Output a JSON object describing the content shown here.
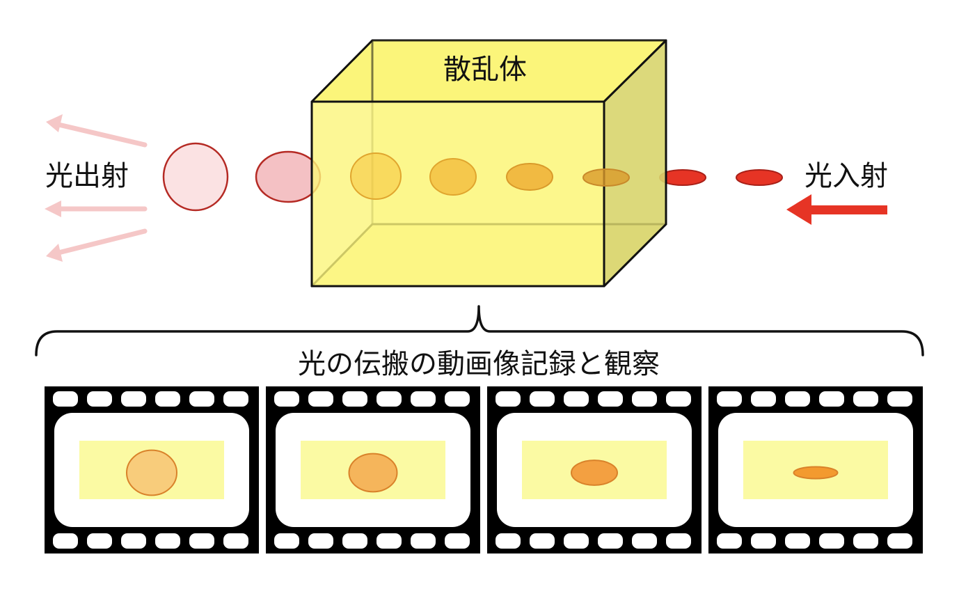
{
  "labels": {
    "scatterer": "散乱体",
    "light_out": "光出射",
    "light_in": "光入射",
    "caption": "光の伝搬の動画像記録と観察"
  },
  "colors": {
    "box_fill": "#fbf57a",
    "box_side": "#d6d26c",
    "box_stroke": "#111111",
    "incident_red": "#e63425",
    "exit_arrow": "#f5c7c7",
    "film_black": "#000000",
    "frame_inner": "#fbfaa3",
    "spot_colors": [
      "#f8cc7b",
      "#f5b55b",
      "#f3a041",
      "#f39a2f"
    ]
  },
  "icons": {
    "incident_arrow": "arrow-left-icon",
    "exit_arrows": "arrow-left-icon"
  },
  "film": {
    "frame_count": 4,
    "spot_aspect": [
      1.0,
      0.88,
      0.6,
      0.3
    ]
  }
}
